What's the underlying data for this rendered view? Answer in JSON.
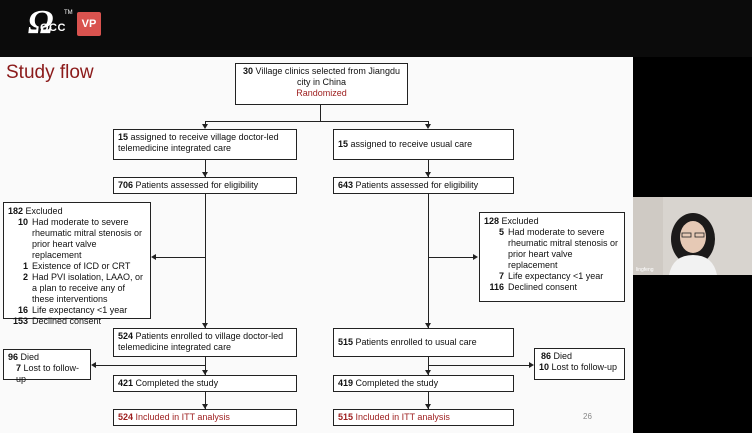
{
  "header": {
    "logo_text": "OCC",
    "logo_tm": "TM",
    "vp_badge": "VP"
  },
  "slide": {
    "title": "Study flow",
    "page_number": "26",
    "top_box": {
      "count": "30",
      "text": "Village clinics selected from Jiangdu city in China",
      "randomized": "Randomized"
    },
    "left": {
      "assigned": {
        "count": "15",
        "text": "assigned to receive village doctor-led telemedicine integrated care"
      },
      "assessed": {
        "count": "706",
        "text": "Patients assessed for eligibility"
      },
      "excluded": {
        "header_count": "182",
        "header_text": "Excluded",
        "items": [
          {
            "count": "10",
            "text": "Had moderate to severe rheumatic mitral stenosis or prior heart valve replacement"
          },
          {
            "count": "1",
            "text": "Existence of ICD or CRT"
          },
          {
            "count": "2",
            "text": "Had PVI isolation, LAAO, or a plan to receive any of these interventions"
          },
          {
            "count": "16",
            "text": "Life expectancy <1 year"
          },
          {
            "count": "153",
            "text": "Declined consent"
          }
        ]
      },
      "enrolled": {
        "count": "524",
        "text": "Patients enrolled to village doctor-led telemedicine integrated care"
      },
      "lost": {
        "died_count": "96",
        "died_text": "Died",
        "lost_count": "7",
        "lost_text": "Lost to follow-up"
      },
      "completed": {
        "count": "421",
        "text": "Completed the study"
      },
      "itt": {
        "count": "524",
        "text": "Included in ITT analysis"
      }
    },
    "right": {
      "assigned": {
        "count": "15",
        "text": "assigned to receive usual care"
      },
      "assessed": {
        "count": "643",
        "text": "Patients assessed for eligibility"
      },
      "excluded": {
        "header_count": "128",
        "header_text": "Excluded",
        "items": [
          {
            "count": "5",
            "text": "Had moderate to severe rheumatic mitral stenosis or prior heart valve replacement"
          },
          {
            "count": "7",
            "text": "Life expectancy <1 year"
          },
          {
            "count": "116",
            "text": "Declined consent"
          }
        ]
      },
      "enrolled": {
        "count": "515",
        "text": "Patients enrolled to usual care"
      },
      "lost": {
        "died_count": "86",
        "died_text": "Died",
        "lost_count": "10",
        "lost_text": "Lost to follow-up"
      },
      "completed": {
        "count": "419",
        "text": "Completed the study"
      },
      "itt": {
        "count": "515",
        "text": "Included in ITT analysis"
      }
    }
  },
  "camera": {
    "label": "lingfeng"
  }
}
